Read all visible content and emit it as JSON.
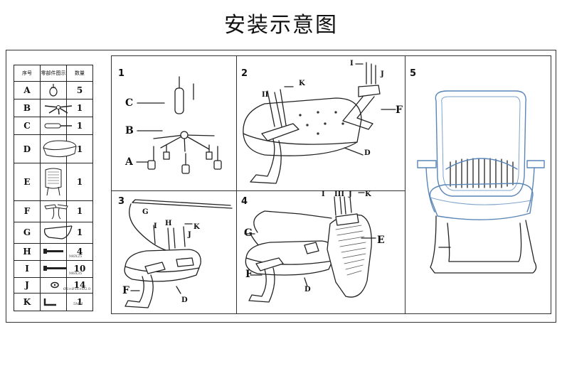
{
  "title": "安装示意图",
  "table": {
    "headers": [
      "序号",
      "零部件图示",
      "数量"
    ],
    "rows": [
      {
        "code": "A",
        "qty": "5"
      },
      {
        "code": "B",
        "qty": "1"
      },
      {
        "code": "C",
        "qty": "1"
      },
      {
        "code": "D",
        "qty": "1"
      },
      {
        "code": "E",
        "qty": "1"
      },
      {
        "code": "F",
        "qty": "1"
      },
      {
        "code": "G",
        "qty": "1"
      },
      {
        "code": "H",
        "qty": "4",
        "note": "M6X25"
      },
      {
        "code": "I",
        "qty": "10",
        "note": "M6X35"
      },
      {
        "code": "J",
        "qty": "14",
        "note": "Ø6×Ø16×Ø2.0"
      },
      {
        "code": "K",
        "qty": "1",
        "note": "5MM"
      }
    ]
  },
  "steps": {
    "s1": {
      "number": "1",
      "labels": {
        "c": "C",
        "b": "B",
        "a": "A"
      }
    },
    "s2": {
      "number": "2",
      "labels": {
        "i": "I",
        "ii": "II",
        "j": "J",
        "k": "K",
        "f": "F",
        "d": "D"
      }
    },
    "s3": {
      "number": "3",
      "labels": {
        "g": "G",
        "h": "H",
        "i": "I",
        "j": "J",
        "k": "K",
        "f": "F",
        "d": "D"
      }
    },
    "s4": {
      "number": "4",
      "labels": {
        "i": "I",
        "iii": "III",
        "j": "J",
        "k": "K",
        "g": "G",
        "e": "E",
        "f": "F",
        "d": "D"
      }
    },
    "s5": {
      "number": "5"
    }
  }
}
